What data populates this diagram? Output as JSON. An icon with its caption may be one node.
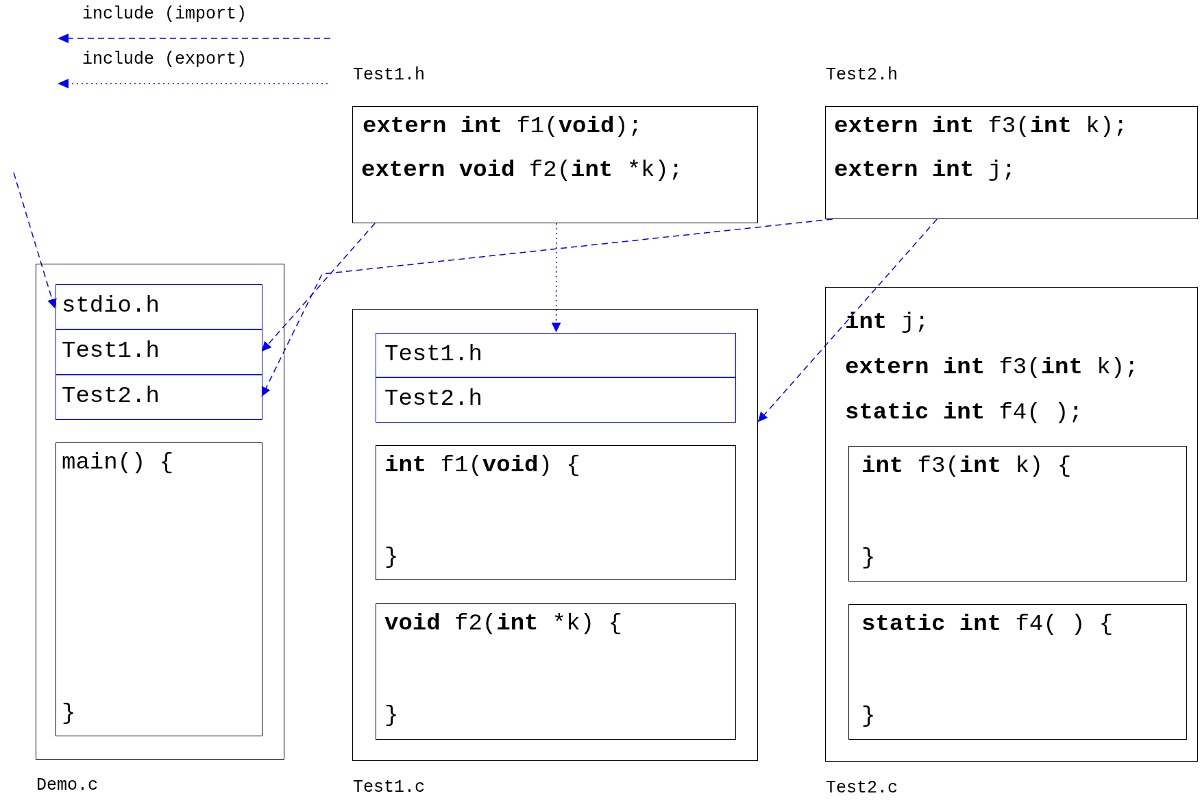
{
  "diagram": {
    "nodes": [
      {
        "text": [
          "Test1.h",
          "**extern int** f1(**void**);",
          "**extern void** f2(**int** *k);"
        ]
      },
      {
        "text": [
          "Test2.h",
          "**extern int** f3(**int** k);",
          "**extern int** j;"
        ]
      },
      {
        "text": [
          "Demo.c"
        ]
      },
      {
        "text": [
          "stdio.h"
        ],
        "in": 2
      },
      {
        "text": [
          "Test1.h"
        ],
        "in": 2
      },
      {
        "text": [
          "Test2.h"
        ],
        "in": 2
      },
      {
        "text": [
          "main() {",
          "}"
        ],
        "in": 2
      },
      {
        "text": [
          "Test1.c"
        ]
      },
      {
        "text": [
          "Test1.h"
        ],
        "in": 7
      },
      {
        "text": [
          "Test2.h"
        ],
        "in": 7
      },
      {
        "text": [
          "**int** f1(**void**) {",
          "}"
        ],
        "in": 7
      },
      {
        "text": [
          "**void** f2(**int** *k) {",
          "}"
        ],
        "in": 7
      },
      {
        "text": [
          "**int** j;",
          "**extern int** f3(**int** k);",
          "**static int** f4( );",
          "Test2.c"
        ]
      },
      {
        "text": [
          "**int** f3(**int** k) {",
          "}"
        ],
        "in": 12
      },
      {
        "text": [
          "**static int** f4( ) {",
          "}"
        ],
        "in": 12
      }
    ],
    "edges": [
      {
        "from": null,
        "to": 3,
        "arrow": "to",
        "style": "dashed"
      },
      {
        "from": 0,
        "to": 4,
        "arrow": "to",
        "style": "dashed"
      },
      {
        "from": 1,
        "to": 5,
        "arrow": "to",
        "style": "dashed"
      },
      {
        "from": 0,
        "to": 8,
        "arrow": "to"
      },
      {
        "from": 1,
        "to": 7,
        "arrow": "to",
        "style": "dashed"
      }
    ],
    "legend": [
      {
        "text": "include (import)"
      },
      {
        "text": "include (export)"
      }
    ]
  }
}
